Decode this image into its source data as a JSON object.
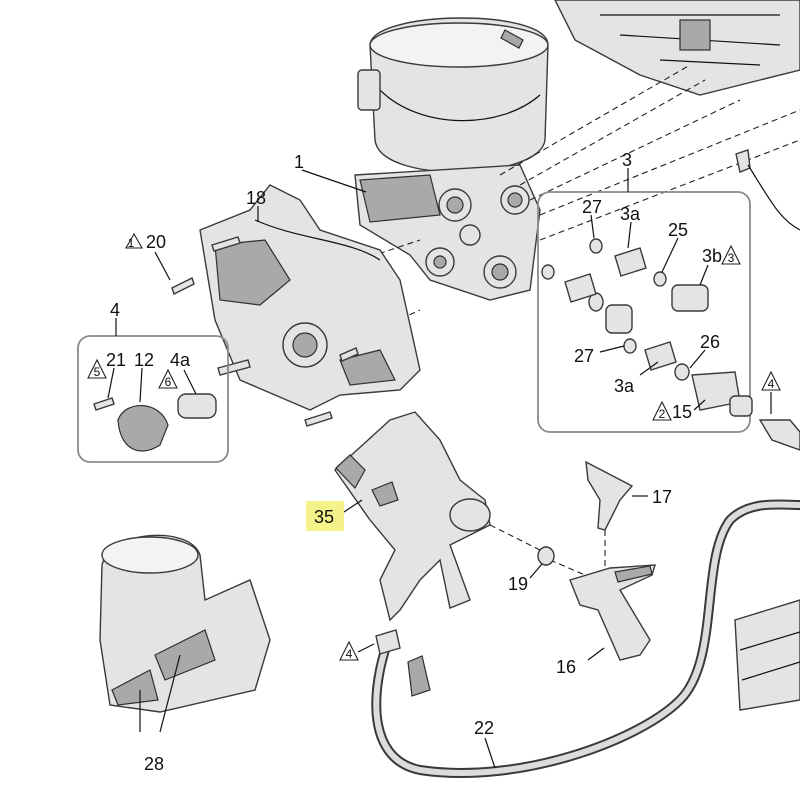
{
  "diagram": {
    "labels": {
      "l1": "1",
      "l3": "3",
      "l3a_top": "3a",
      "l3a_bottom": "3a",
      "l3b": "3b",
      "l4_left": "4",
      "l4a": "4a",
      "l12": "12",
      "l15": "15",
      "l16": "16",
      "l17": "17",
      "l18": "18",
      "l19": "19",
      "l20": "20",
      "l21": "21",
      "l22": "22",
      "l25": "25",
      "l26": "26",
      "l27_top": "27",
      "l27_bottom": "27",
      "l28": "28",
      "l35": "35"
    },
    "warning_numbers": {
      "w1": "1",
      "w2": "2",
      "w3": "3",
      "w4_right": "4",
      "w4_bottom": "4",
      "w5": "5",
      "w6": "6"
    },
    "highlight_color": "#f6f28a"
  }
}
